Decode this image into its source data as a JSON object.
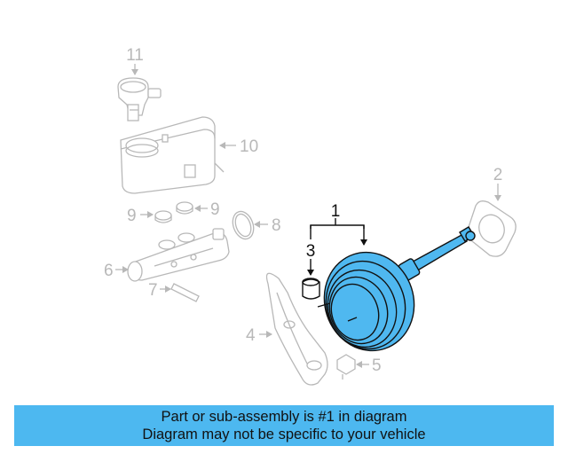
{
  "callouts": {
    "c1": "1",
    "c2": "2",
    "c3": "3",
    "c4": "4",
    "c5": "5",
    "c6": "6",
    "c7": "7",
    "c8": "8",
    "c9a": "9",
    "c9b": "9",
    "c10": "10",
    "c11": "11"
  },
  "banner": {
    "line1": "Part or sub-assembly is #1 in diagram",
    "line2": "Diagram may not be specific to your vehicle"
  },
  "colors": {
    "highlight": "#4fb8f0",
    "banner": "#4db8f0",
    "inactive": "#b8b8b8"
  }
}
